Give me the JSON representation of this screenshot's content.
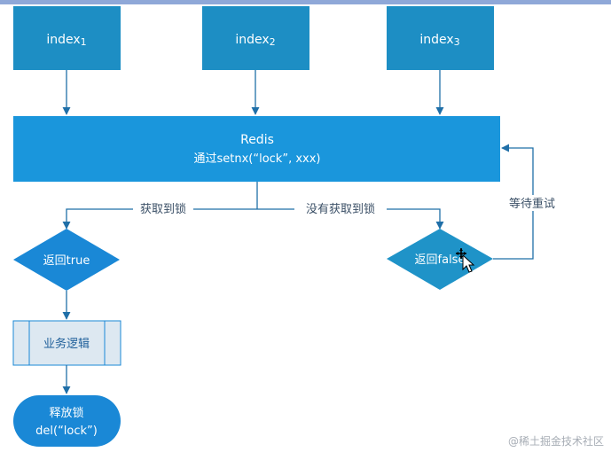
{
  "colors": {
    "box_dark": "#1d8ec4",
    "redis_box": "#1a96dc",
    "diamond_left": "#1a88d6",
    "diamond_right": "#1f93c8",
    "process_fill": "#dde8f1",
    "process_border": "#1a88d6",
    "arrow": "#1f6fa8"
  },
  "nodes": {
    "index1": {
      "base": "index",
      "sub": "1"
    },
    "index2": {
      "base": "index",
      "sub": "2"
    },
    "index3": {
      "base": "index",
      "sub": "3"
    },
    "redis": {
      "title": "Redis",
      "command": "通过setnx(“lock”, xxx)"
    },
    "return_true": "返回true",
    "return_false": "返回false",
    "business_logic": "业务逻辑",
    "release": {
      "line1": "释放锁",
      "line2": "del(“lock”)"
    }
  },
  "edge_labels": {
    "got_lock": "获取到锁",
    "not_got_lock": "没有获取到锁",
    "wait_retry": "等待重试"
  },
  "watermark": "@稀土掘金技术社区"
}
